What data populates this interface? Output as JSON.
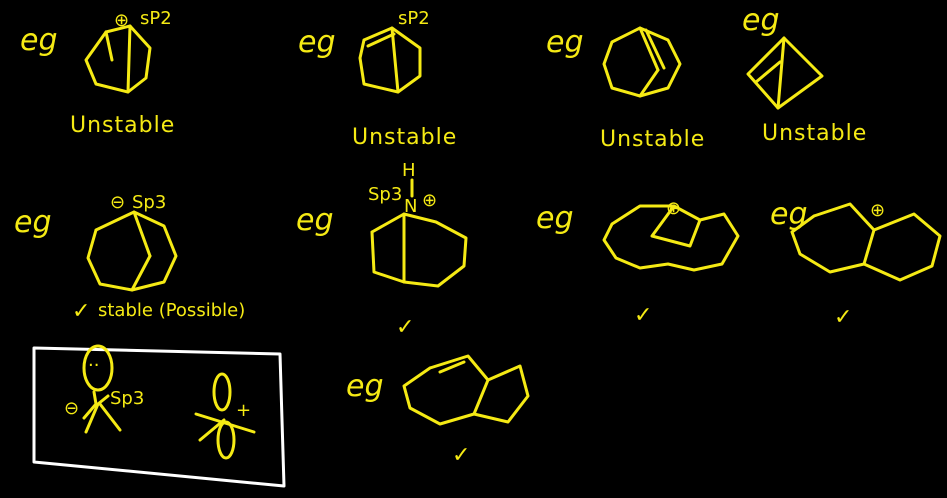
{
  "colors": {
    "background": "#000000",
    "ink": "#f5ea14",
    "frame": "#ffffff"
  },
  "eg_marker": "eg",
  "row1": {
    "ex1": {
      "hybrid": "sP2",
      "charge": "⊕",
      "label": "Unstable"
    },
    "ex2": {
      "hybrid": "sP2",
      "label": "Unstable"
    },
    "ex3": {
      "label": "Unstable"
    },
    "ex4": {
      "label": "Unstable"
    }
  },
  "row2": {
    "ex1": {
      "charge": "⊖",
      "hybrid": "Sp3",
      "label": "stable (Possible)",
      "check": "✓"
    },
    "ex2": {
      "hybrid": "Sp3",
      "atom_n": "N",
      "atom_h": "H",
      "charge": "⊕",
      "check": "✓"
    },
    "ex3": {
      "charge": "⊕",
      "check": "✓"
    },
    "ex4": {
      "charge": "⊕",
      "check": "✓"
    }
  },
  "row3": {
    "box": {
      "anion_charge": "⊖",
      "hybrid": "Sp3",
      "lone_pair": "..",
      "cation_charge": "+"
    },
    "ex": {
      "check": "✓"
    }
  }
}
